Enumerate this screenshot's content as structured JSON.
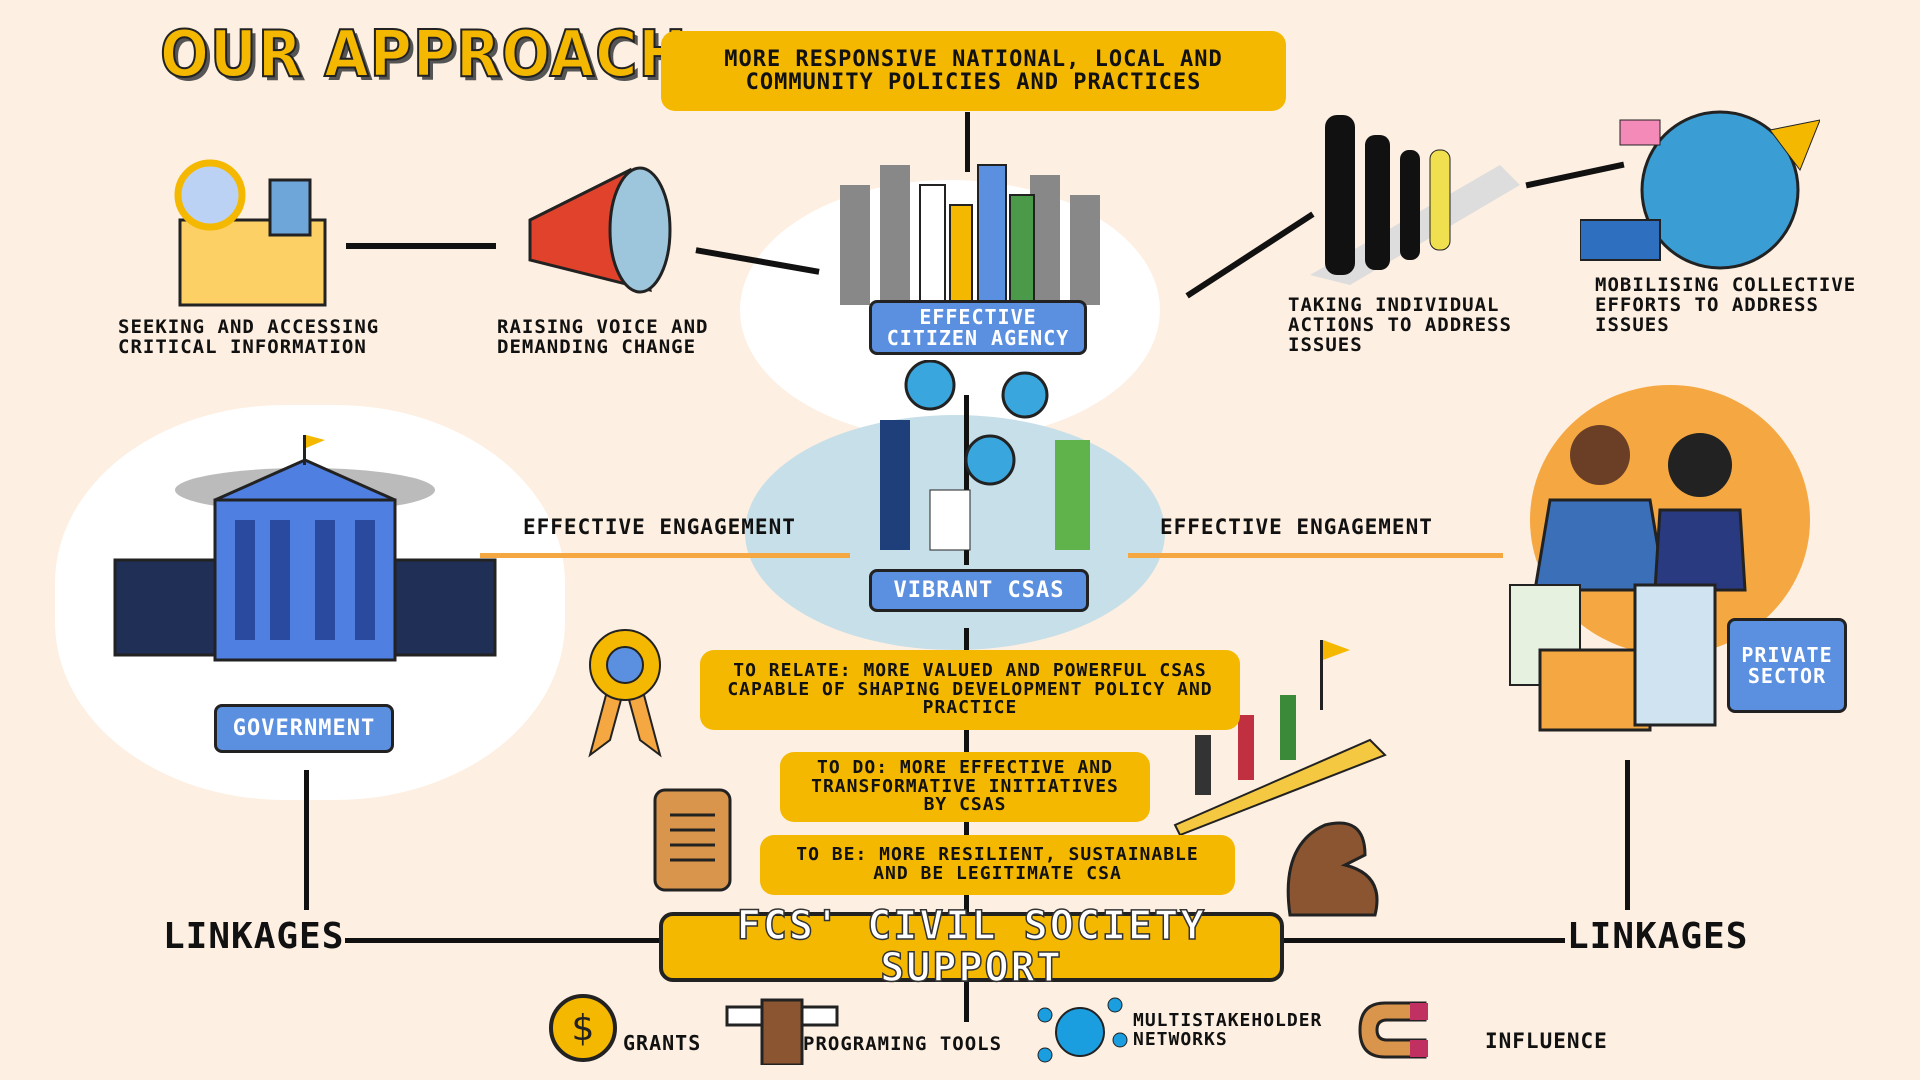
{
  "title": "OUR APPROACH",
  "outcome": "MORE RESPONSIVE NATIONAL, LOCAL AND COMMUNITY POLICIES AND PRACTICES",
  "citizen_pathway": {
    "step1": "SEEKING AND ACCESSING CRITICAL INFORMATION",
    "step2": "RAISING VOICE AND DEMANDING CHANGE",
    "center": "EFFECTIVE CITIZEN AGENCY",
    "step3": "TAKING INDIVIDUAL ACTIONS TO ADDRESS ISSUES",
    "step4": "MOBILISING COLLECTIVE EFFORTS TO ADDRESS ISSUES"
  },
  "csas": {
    "label": "VIBRANT CSAs"
  },
  "engagement": {
    "left": "EFFECTIVE ENGAGEMENT",
    "right": "EFFECTIVE ENGAGEMENT"
  },
  "government": {
    "label": "GOVERNMENT"
  },
  "private_sector": {
    "label": "PRIVATE SECTOR"
  },
  "levels": [
    {
      "text": "TO RELATE: MORE VALUED AND POWERFUL CSAs CAPABLE OF SHAPING DEVELOPMENT POLICY AND PRACTICE"
    },
    {
      "text": "TO DO: MORE EFFECTIVE AND TRANSFORMATIVE INITIATIVES BY CSAs"
    },
    {
      "text": "TO BE: MORE RESILIENT, SUSTAINABLE AND BE LEGITIMATE CSA"
    }
  ],
  "support": {
    "label": "FCS' CIVIL SOCIETY SUPPORT"
  },
  "linkages": {
    "left": "LINKAGES",
    "right": "LINKAGES"
  },
  "tools": [
    {
      "label": "GRANTS",
      "icon": "coin-icon"
    },
    {
      "label": "PROGRAMING TOOLS",
      "icon": "wrench-fist-icon"
    },
    {
      "label": "MULTISTAKEHOLDER NETWORKS",
      "icon": "network-icon"
    },
    {
      "label": "INFLUENCE",
      "icon": "magnet-icon"
    }
  ],
  "colors": {
    "background": "#fdefe1",
    "yellow": "#f5b800",
    "blue": "#5b8fe0",
    "orange": "#f5a742"
  }
}
